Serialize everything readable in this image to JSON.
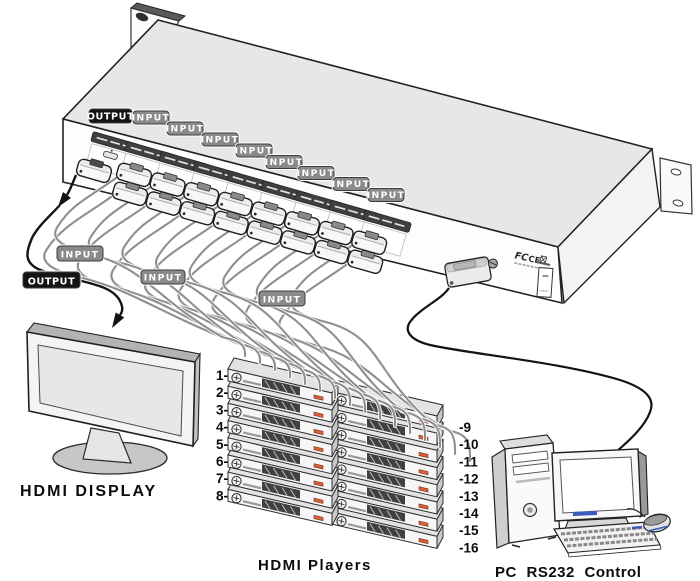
{
  "colors": {
    "badge_gray": "#8a8a8a",
    "badge_black": "#141414",
    "led_orange": "#d95f38",
    "cable_gray": "#8f8f8f",
    "cable_black": "#131313",
    "chassis_top": "#e7e7e7",
    "accent_blue": "#3a5bbf"
  },
  "badges": {
    "top": [
      {
        "label": "OUTPUT",
        "style": "black"
      },
      {
        "label": "INPUT",
        "style": "gray"
      },
      {
        "label": "INPUT",
        "style": "gray"
      },
      {
        "label": "INPUT",
        "style": "gray"
      },
      {
        "label": "INPUT",
        "style": "gray"
      },
      {
        "label": "INPUT",
        "style": "gray"
      },
      {
        "label": "INPUT",
        "style": "gray"
      },
      {
        "label": "INPUT",
        "style": "gray"
      },
      {
        "label": "INPUT",
        "style": "gray"
      }
    ],
    "cable": [
      {
        "label": "INPUT",
        "style": "gray"
      },
      {
        "label": "OUTPUT",
        "style": "black"
      },
      {
        "label": "INPUT",
        "style": "gray"
      },
      {
        "label": "INPUT",
        "style": "gray"
      }
    ]
  },
  "switcher": {
    "cert_marks": {
      "fcc": "FC",
      "ce": "CE"
    }
  },
  "display": {
    "label": "HDMI DISPLAY"
  },
  "players": {
    "label": "HDMI Players",
    "left_numbers": [
      "1-",
      "2-",
      "3-",
      "4-",
      "5-",
      "6-",
      "7-",
      "8-"
    ],
    "right_numbers": [
      "-9",
      "-10",
      "-11",
      "-12",
      "-13",
      "-14",
      "-15",
      "-16"
    ]
  },
  "pc": {
    "label": "PC RS232 Control"
  }
}
